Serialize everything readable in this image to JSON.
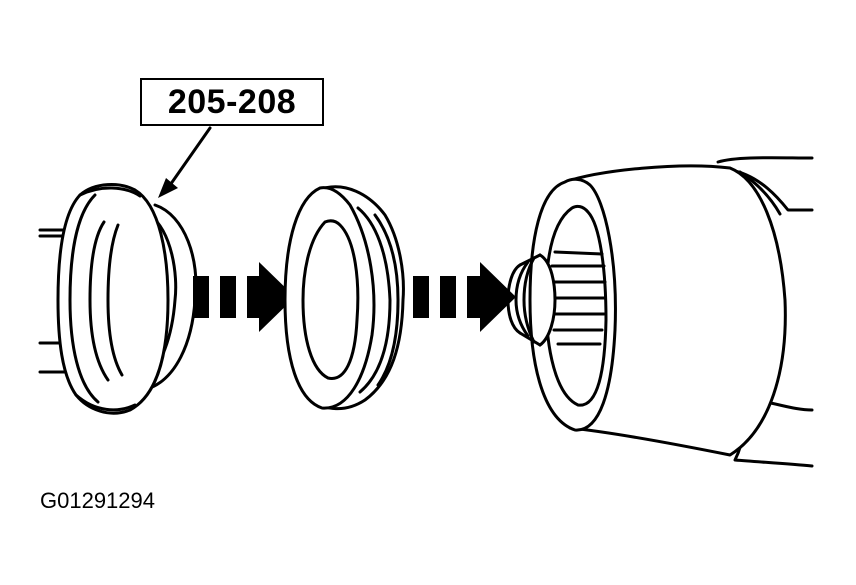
{
  "callout": {
    "tool_number": "205-208"
  },
  "figure": {
    "id": "G01291294"
  },
  "colors": {
    "ink": "#000000",
    "paper": "#ffffff"
  },
  "parts": [
    {
      "name": "special-tool-installer",
      "icon": "installer-tool"
    },
    {
      "name": "seal",
      "icon": "oil-seal"
    },
    {
      "name": "housing-with-splined-shaft",
      "icon": "housing"
    }
  ]
}
